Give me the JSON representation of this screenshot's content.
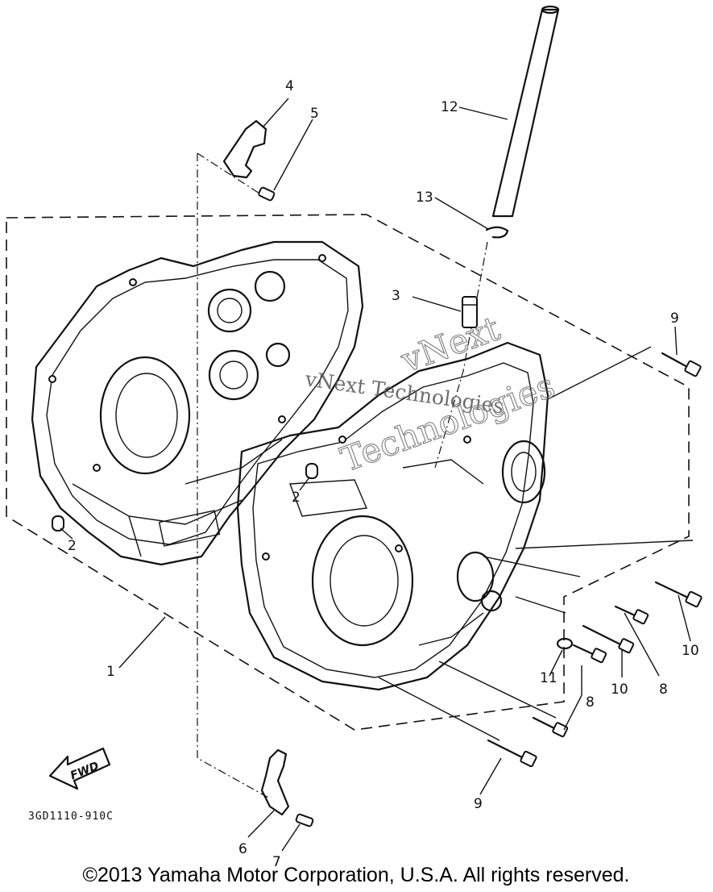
{
  "diagram": {
    "callouts": [
      {
        "id": "c1",
        "text": "1"
      },
      {
        "id": "c2a",
        "text": "2"
      },
      {
        "id": "c2b",
        "text": "2"
      },
      {
        "id": "c3",
        "text": "3"
      },
      {
        "id": "c4",
        "text": "4"
      },
      {
        "id": "c5",
        "text": "5"
      },
      {
        "id": "c6",
        "text": "6"
      },
      {
        "id": "c7",
        "text": "7"
      },
      {
        "id": "c8a",
        "text": "8"
      },
      {
        "id": "c8b",
        "text": "8"
      },
      {
        "id": "c9a",
        "text": "9"
      },
      {
        "id": "c9b",
        "text": "9"
      },
      {
        "id": "c10a",
        "text": "10"
      },
      {
        "id": "c10b",
        "text": "10"
      },
      {
        "id": "c11",
        "text": "11"
      },
      {
        "id": "c12",
        "text": "12"
      },
      {
        "id": "c13",
        "text": "13"
      }
    ],
    "fwd_label": "FWD",
    "drawing_code": "3GD1110-910C"
  },
  "watermark": {
    "line1": "vNext Technologies",
    "line2": "vNext",
    "line3": "Technologies"
  },
  "footer": {
    "copyright": "©2013 Yamaha Motor Corporation, U.S.A. All rights reserved."
  }
}
